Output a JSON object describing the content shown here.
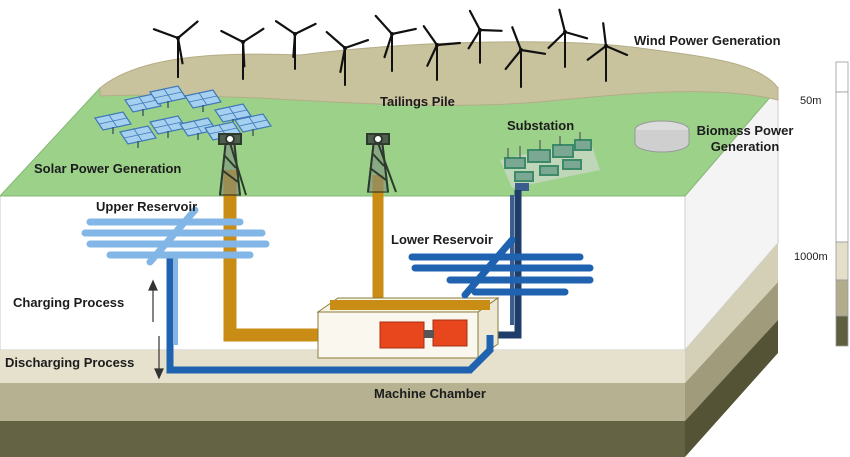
{
  "labels": {
    "wind": "Wind Power Generation",
    "tailings": "Tailings Pile",
    "substation": "Substation",
    "biomass_line1": "Biomass Power",
    "biomass_line2": "Generation",
    "solar": "Solar Power Generation",
    "upper_reservoir": "Upper Reservoir",
    "lower_reservoir": "Lower Reservoir",
    "charging": "Charging Process",
    "discharging": "Discharging Process",
    "machine_chamber": "Machine Chamber"
  },
  "depth_scale": {
    "marks": [
      "50m",
      "1000m"
    ],
    "colors": [
      "#ffffff",
      "#ffffff",
      "#e3dfc9",
      "#b1ad8c",
      "#5f5e3e"
    ]
  },
  "colors": {
    "ground_surface": "#9cd18a",
    "tailings": "#c9c39d",
    "shaft": "#c98c14",
    "upper_reservoir_pipe": "#82b6e6",
    "lower_reservoir_pipe": "#1f62b0",
    "machine": "#e8471e",
    "solar_panel": "#a6d0ef",
    "substation": "#3d8a6b"
  },
  "icons": [
    "wind-turbine-icon",
    "headframe-icon",
    "solar-panel-icon",
    "substation-icon",
    "biomass-tank-icon",
    "arrow-up-icon",
    "arrow-down-icon"
  ]
}
